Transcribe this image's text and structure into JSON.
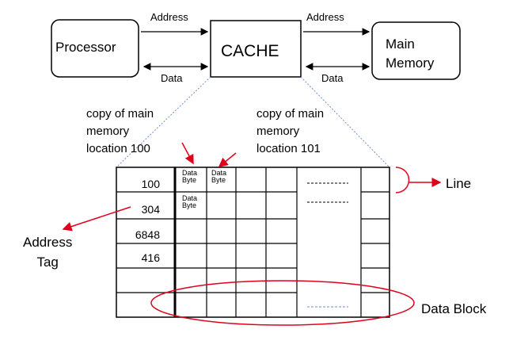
{
  "top": {
    "processor_label": "Processor",
    "cache_label": "CACHE",
    "main_memory_label": "Main\nMemory",
    "address_left": "Address",
    "data_left": "Data",
    "address_right": "Address",
    "data_right": "Data"
  },
  "annotations": {
    "copy_100": "copy of main\nmemory\nlocation 100",
    "copy_101": "copy of main\nmemory\nlocation 101",
    "line_label": "Line",
    "address_tag_label": "Address\nTag",
    "data_block_label": "Data Block"
  },
  "table": {
    "tags": [
      "100",
      "304",
      "6848",
      "416"
    ],
    "data_byte": "Data\nByte"
  },
  "colors": {
    "arrow_red": "#e0001b",
    "dotted_blue": "#6f8fd8",
    "ellipse_red": "#e0001b"
  }
}
